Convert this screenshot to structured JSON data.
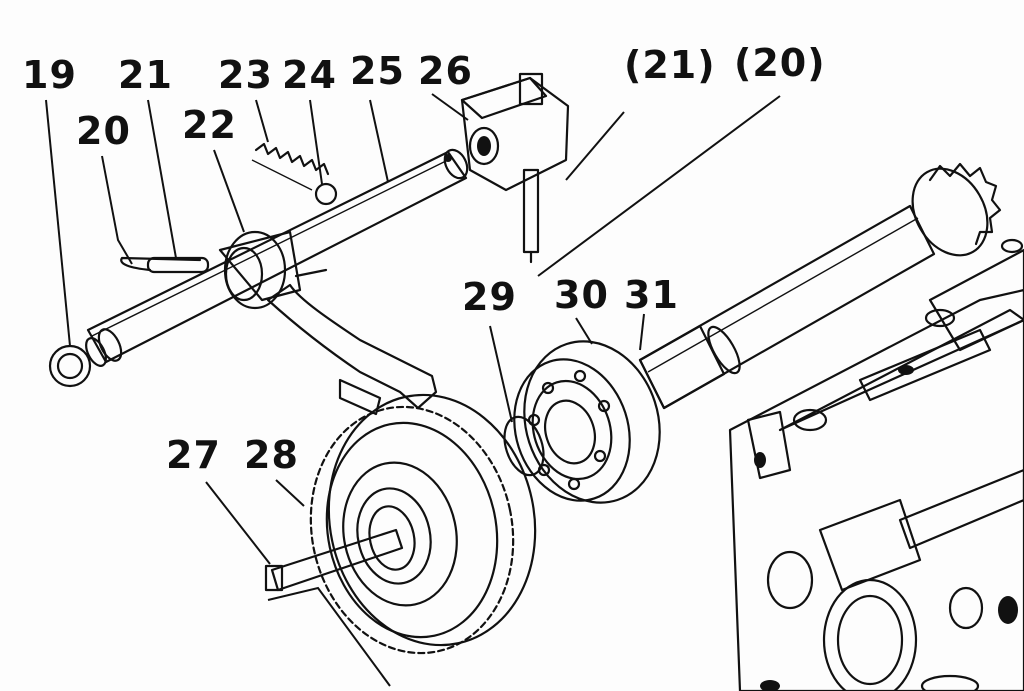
{
  "labels": {
    "l19": "19",
    "l20": "20",
    "l21": "21",
    "l22": "22",
    "l23": "23",
    "l24": "24",
    "l25": "25",
    "l26": "26",
    "l21p": "(21)",
    "l20p": "(20)",
    "l27": "27",
    "l28": "28",
    "l29": "29",
    "l30": "30",
    "l31": "31"
  },
  "colors": {
    "ink": "#111111",
    "paper": "#fdfdfd",
    "shade": "#6a6a6a"
  }
}
